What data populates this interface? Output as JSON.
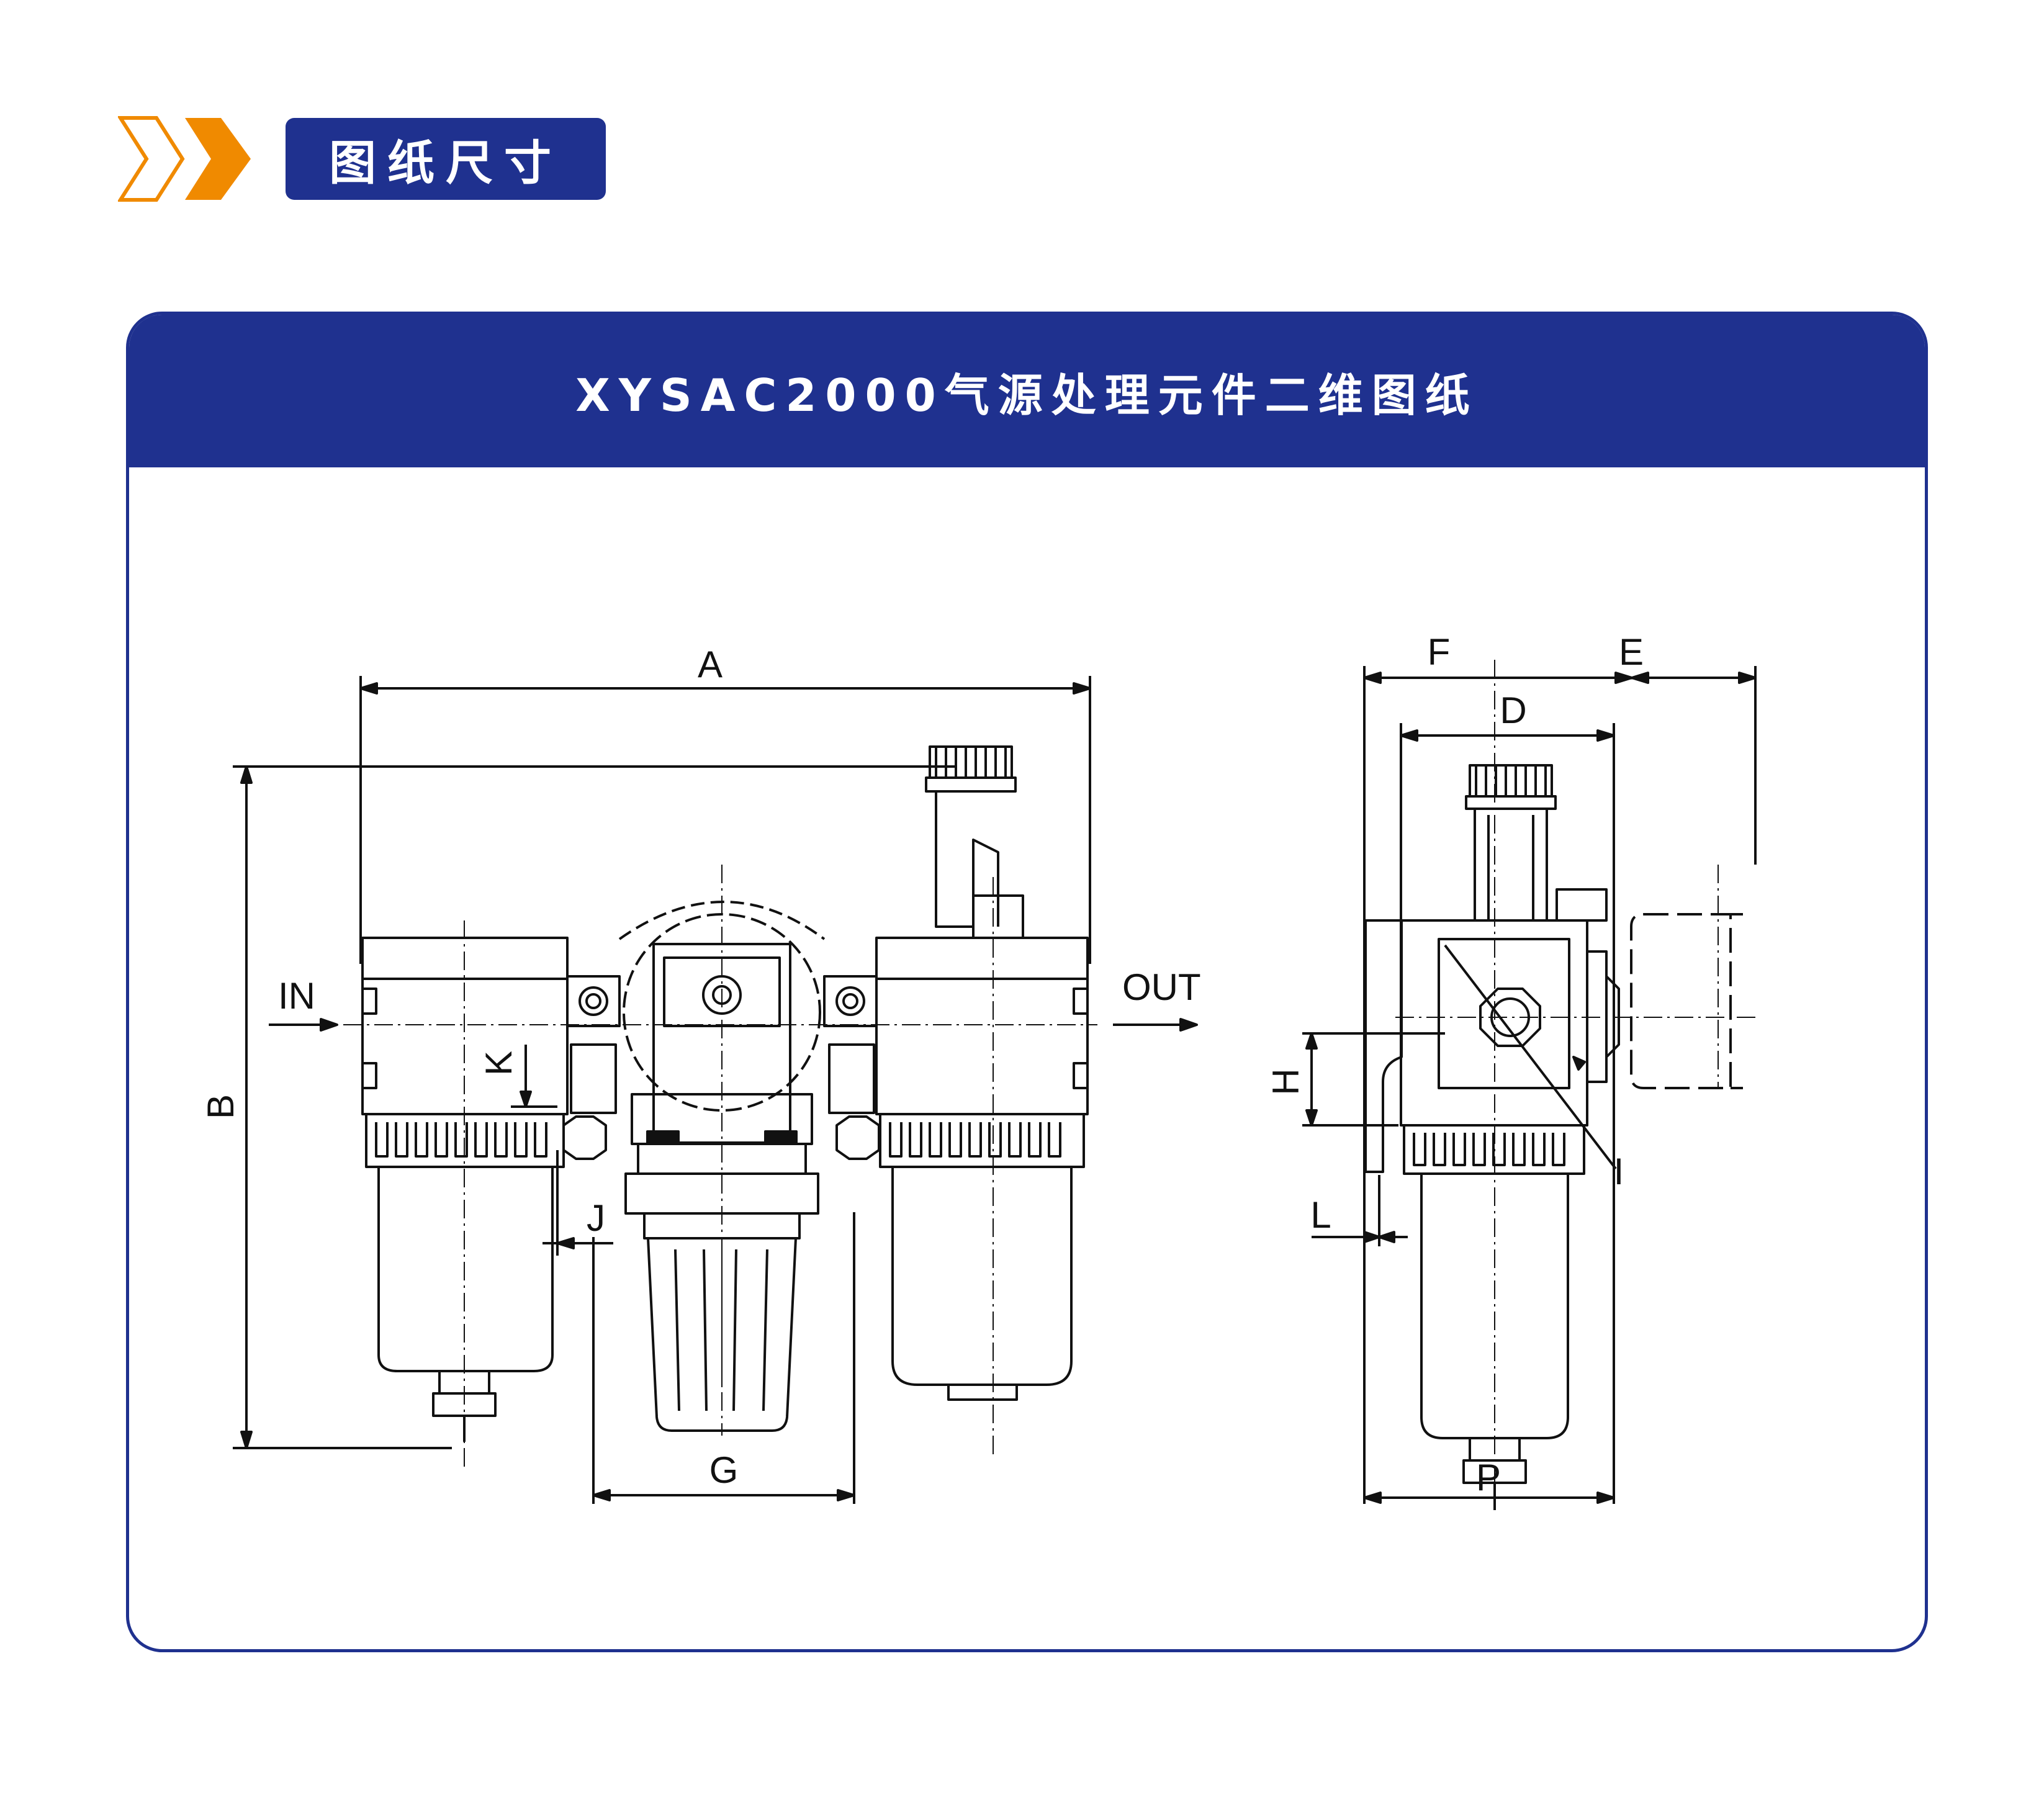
{
  "section": {
    "title": "图纸尺寸"
  },
  "card": {
    "title": "XYSAC2000气源处理元件二维图纸"
  },
  "labels": {
    "A": "A",
    "B": "B",
    "G": "G",
    "J": "J",
    "K": "K",
    "IN": "IN",
    "OUT": "OUT",
    "F": "F",
    "E": "E",
    "D": "D",
    "H": "H",
    "I": "I",
    "L": "L",
    "P": "P"
  },
  "colors": {
    "brand": "#1f318f",
    "accent": "#f08a00",
    "line": "#111111"
  }
}
